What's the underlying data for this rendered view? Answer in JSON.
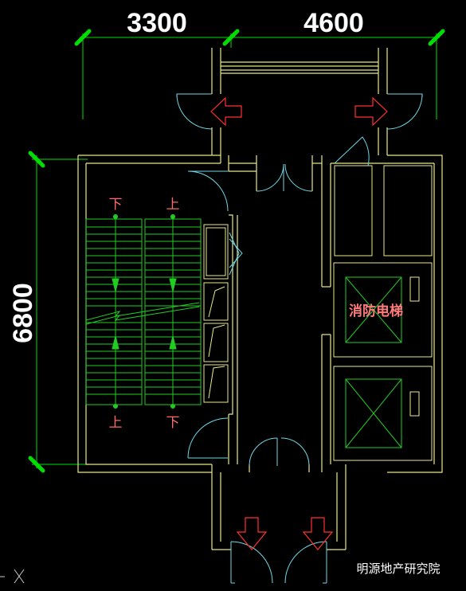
{
  "dimensions": {
    "top_left": "3300",
    "top_right": "4600",
    "left_vertical": "6800"
  },
  "stair_labels": {
    "top_down": "下",
    "top_up": "上",
    "bottom_up": "上",
    "bottom_down": "下"
  },
  "room_label": "消防电梯",
  "watermark": "明源地产研究院",
  "colors": {
    "background": "#000000",
    "wall": "#e8e88a",
    "green_line": "#22cc22",
    "dim_line": "#00dd00",
    "door": "#6ed8e6",
    "red_arrow": "#ff3030",
    "text_white": "#ffffff"
  },
  "icons": {
    "ucs": "ucs-axis-icon",
    "arrows": "evacuation-arrow-icon"
  }
}
